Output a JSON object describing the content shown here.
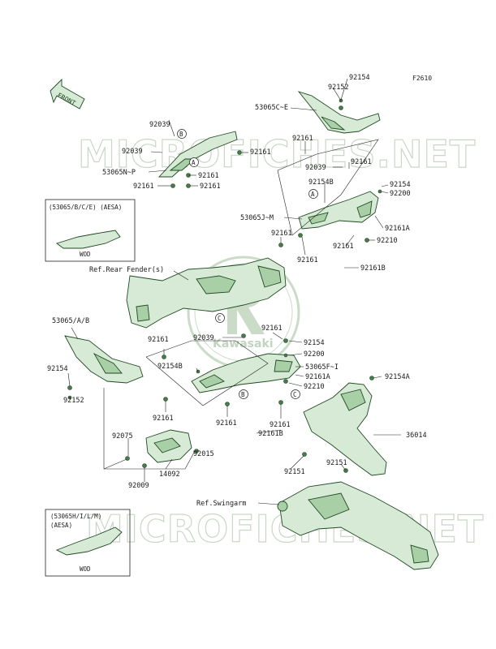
{
  "code": "F2610",
  "front_label": "FRONT",
  "watermarks": [
    "MICROFICHES.NET",
    "MICROFICHES.NET"
  ],
  "logo_text": "Kawasaki",
  "ref_labels": {
    "rear_fender": "Ref.Rear Fender(s)",
    "swingarm": "Ref.Swingarm"
  },
  "inset_top": {
    "title": "(53065/B/C/E) (AESA)",
    "caption": "WOD"
  },
  "inset_bottom": {
    "title_1": "(53065H/I/L/M)",
    "title_2": "(AESA)",
    "caption": "WOD"
  },
  "callouts": {
    "a1": "A",
    "a2": "A",
    "b1": "B",
    "b2": "B",
    "c1": "C",
    "c2": "C"
  },
  "parts": {
    "p01": "92154",
    "p02": "92152",
    "p03": "53065C~E",
    "p04": "92039",
    "p05": "92039",
    "p06": "53065N~P",
    "p07": "92161",
    "p08": "92161",
    "p09": "92161",
    "p10": "92161",
    "p11": "92161",
    "p12": "92039",
    "p13": "92161",
    "p14": "92154B",
    "p15": "92154",
    "p16": "92200",
    "p17": "53065J~M",
    "p18": "92161A",
    "p19": "92210",
    "p20": "92161",
    "p21": "92161",
    "p22": "92161",
    "p23": "92161B",
    "p24": "53065/A/B",
    "p25": "92161",
    "p26": "92039",
    "p27": "92161",
    "p28": "92154",
    "p29": "92200",
    "p30": "53065F~I",
    "p31": "92161A",
    "p32": "92210",
    "p33": "92154",
    "p34": "92152",
    "p35": "92154B",
    "p36": "92161",
    "p37": "92161",
    "p38": "92161",
    "p39": "92161B",
    "p40": "92154A",
    "p41": "36014",
    "p42": "92075",
    "p43": "92015",
    "p44": "14092",
    "p45": "92009",
    "p46": "92151",
    "p47": "92151"
  }
}
